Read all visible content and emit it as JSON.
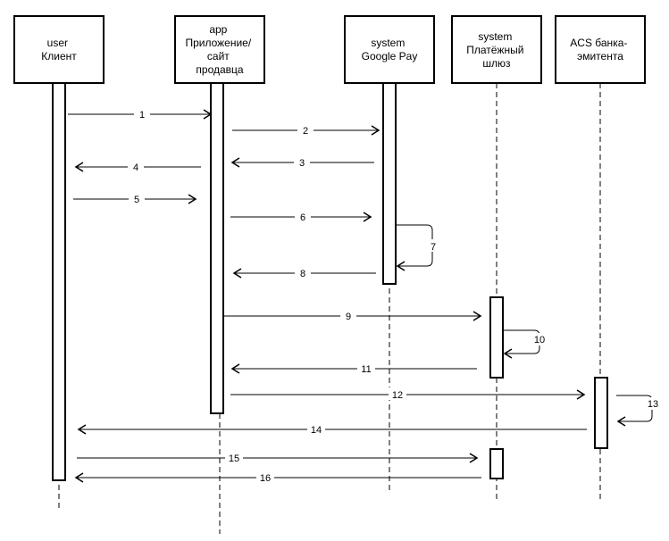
{
  "participants": [
    {
      "id": "user",
      "lines": [
        "user",
        "Клиент"
      ]
    },
    {
      "id": "app",
      "lines": [
        "app",
        "Приложение/",
        "сайт",
        "продавца"
      ]
    },
    {
      "id": "gpay",
      "lines": [
        "system",
        "Google Pay"
      ]
    },
    {
      "id": "gateway",
      "lines": [
        "system",
        "Платёжный",
        "шлюз"
      ]
    },
    {
      "id": "acs",
      "lines": [
        "ACS банка-",
        "эмитента"
      ]
    }
  ],
  "messages": [
    {
      "label": "1",
      "from": "user",
      "to": "app"
    },
    {
      "label": "2",
      "from": "app",
      "to": "gpay"
    },
    {
      "label": "3",
      "from": "gpay",
      "to": "app"
    },
    {
      "label": "4",
      "from": "app",
      "to": "user"
    },
    {
      "label": "5",
      "from": "user",
      "to": "app"
    },
    {
      "label": "6",
      "from": "app",
      "to": "gpay"
    },
    {
      "label": "7",
      "from": "gpay",
      "to": "gpay"
    },
    {
      "label": "8",
      "from": "gpay",
      "to": "app"
    },
    {
      "label": "9",
      "from": "app",
      "to": "gateway"
    },
    {
      "label": "10",
      "from": "gateway",
      "to": "gateway"
    },
    {
      "label": "11",
      "from": "gateway",
      "to": "app"
    },
    {
      "label": "12",
      "from": "app",
      "to": "acs"
    },
    {
      "label": "13",
      "from": "acs",
      "to": "acs"
    },
    {
      "label": "14",
      "from": "acs",
      "to": "user"
    },
    {
      "label": "15",
      "from": "user",
      "to": "gateway"
    },
    {
      "label": "16",
      "from": "gateway",
      "to": "user"
    }
  ]
}
